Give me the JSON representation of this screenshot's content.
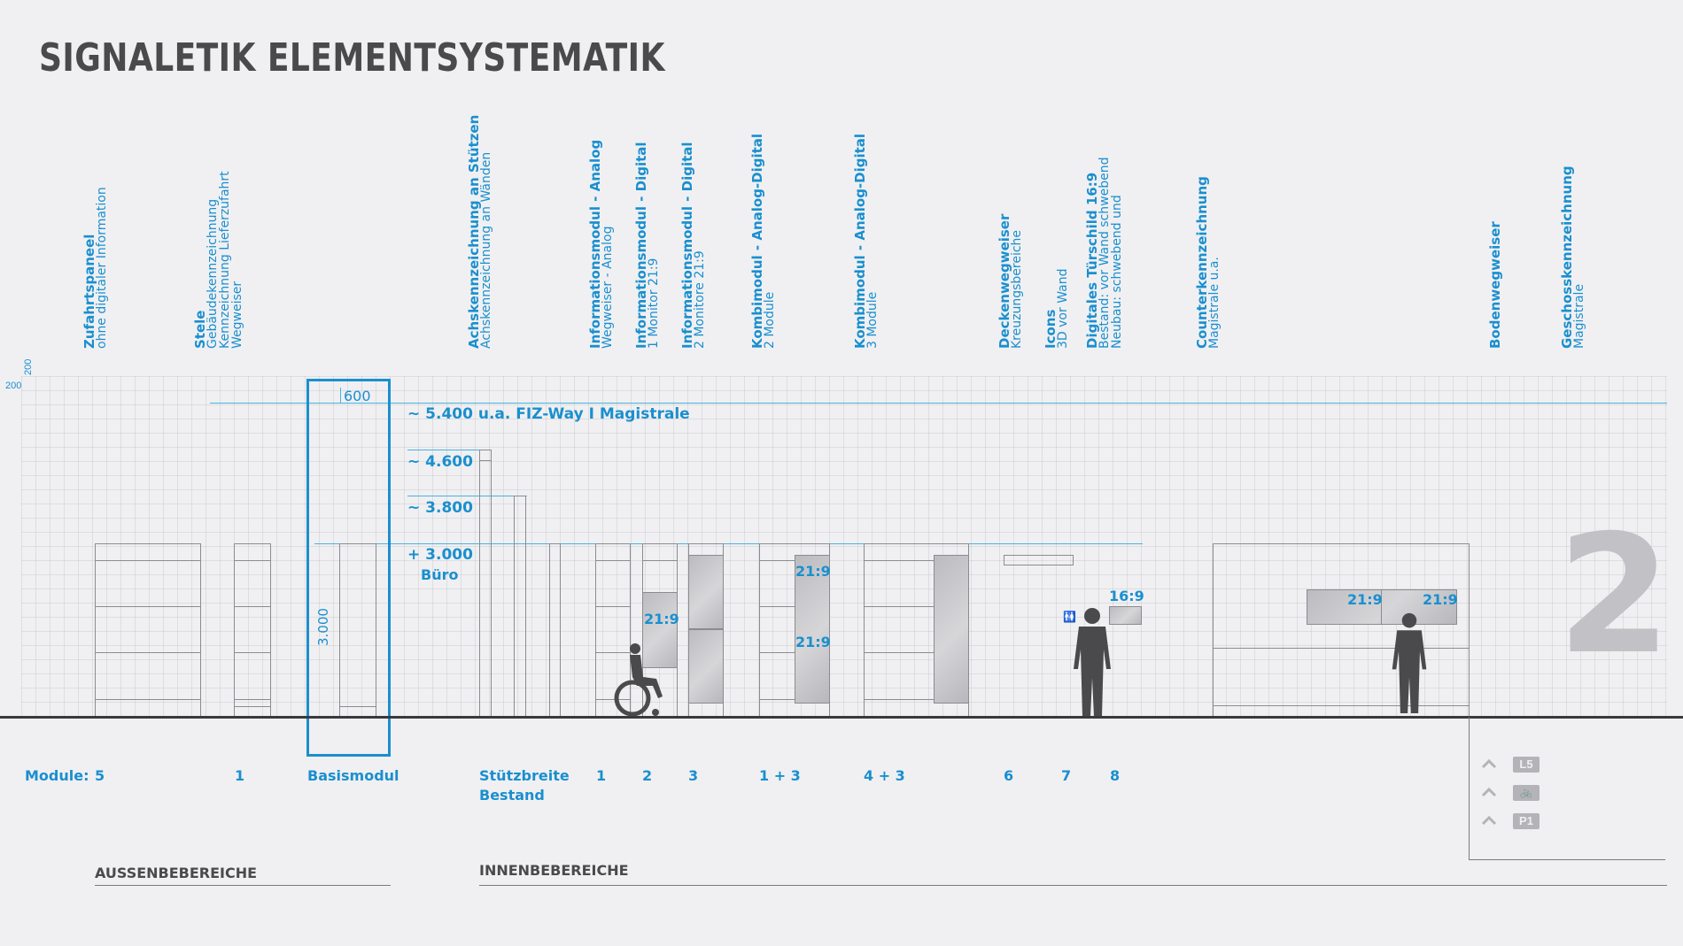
{
  "title": "SIGNALETIK ELEMENTSYSTEMATIK",
  "columns": [
    {
      "heading": "Zufahrtspaneel",
      "sub": [
        "ohne digitaler Information"
      ]
    },
    {
      "heading": "Stele",
      "sub": [
        "Gebäudekennzeichnung",
        "Kennzeichnung Lieferzufahrt",
        "Wegweiser"
      ]
    },
    {
      "heading": "Achskennzeichnung an Stützen",
      "sub": [
        "Achskennzeichnung an Wänden"
      ]
    },
    {
      "heading": "Informationsmodul - Analog",
      "sub": [
        "Wegweiser - Analog"
      ]
    },
    {
      "heading": "Informationsmodul - Digital",
      "sub": [
        "1 Monitor 21:9"
      ]
    },
    {
      "heading": "Informationsmodul - Digital",
      "sub": [
        "2 Monitore  21:9"
      ]
    },
    {
      "heading": "Kombimodul - Analog-Digital",
      "sub": [
        "2 Module"
      ]
    },
    {
      "heading": "Kombimodul - Analog-Digital",
      "sub": [
        "3 Module"
      ]
    },
    {
      "heading": "Deckenwegweiser",
      "sub": [
        "Kreuzungsbereiche"
      ]
    },
    {
      "heading": "Icons",
      "sub": [
        "3D vor Wand"
      ]
    },
    {
      "heading": "Digitales Türschild 16:9",
      "sub": [
        "Bestand: vor Wand schwebend",
        "Neubau: schwebend und"
      ]
    },
    {
      "heading": "Counterkennzeichnung",
      "sub": [
        "Magistrale u.a."
      ]
    },
    {
      "heading": "Bodenwegweiser",
      "sub": []
    },
    {
      "heading": "Geschosskennzeichnung",
      "sub": [
        "Magistrale"
      ]
    }
  ],
  "scale": {
    "left": "200",
    "top": "200"
  },
  "heights": {
    "h5400": "~ 5.400 u.a. FIZ-Way I Magistrale",
    "h4600": "~ 4.600",
    "h3800": "~ 3.800",
    "h3000": "+ 3.000",
    "buero": "Büro"
  },
  "basis": {
    "width": "600",
    "height": "3.000"
  },
  "ratios": {
    "r1": "21:9",
    "r2": "21:9",
    "r3": "21:9",
    "r4": "16:9",
    "r5": "21:9",
    "r6": "21:9"
  },
  "modules": {
    "label": "Module:",
    "items": [
      "5",
      "1",
      "Basismodul",
      "Stützbreite",
      "Bestand",
      "1",
      "2",
      "3",
      "1 + 3",
      "4 + 3",
      "6",
      "7",
      "8"
    ]
  },
  "sections": {
    "outside": "AUSSENBEBEREICHE",
    "inside": "INNENBEBEREICHE"
  },
  "floor": {
    "number": "2",
    "levels": [
      "L5",
      "🚲",
      "P1"
    ]
  },
  "colors": {
    "accent": "#1a8fcf",
    "grid_line": "#47b3e0",
    "text_dark": "#4a4a4c"
  }
}
